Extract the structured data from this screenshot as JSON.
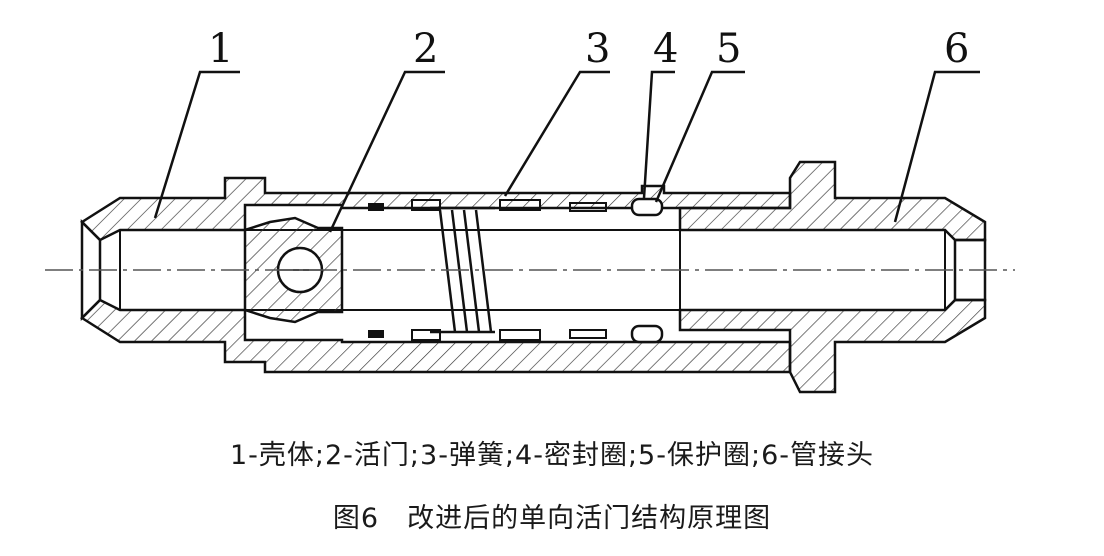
{
  "callouts": [
    {
      "number": "1",
      "part": "壳体"
    },
    {
      "number": "2",
      "part": "活门"
    },
    {
      "number": "3",
      "part": "弹簧"
    },
    {
      "number": "4",
      "part": "密封圈"
    },
    {
      "number": "5",
      "part": "保护圈"
    },
    {
      "number": "6",
      "part": "管接头"
    }
  ],
  "legend_text": "1-壳体;2-活门;3-弹簧;4-密封圈;5-保护圈;6-管接头",
  "figure_number": "图6",
  "figure_title": "改进后的单向活门结构原理图",
  "colors": {
    "line": "#111111",
    "hatch": "#333333",
    "background": "#ffffff"
  }
}
